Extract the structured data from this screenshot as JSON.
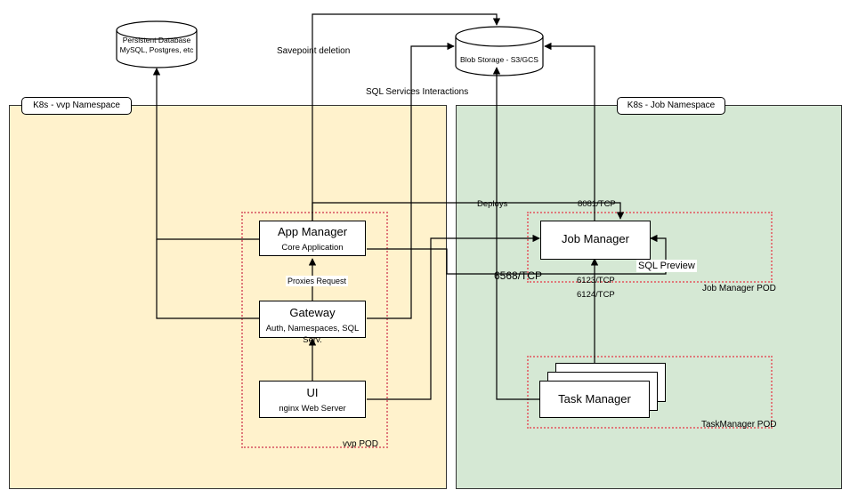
{
  "storage": {
    "database_line1": "Persistent Database",
    "database_line2": "MySQL, Postgres, etc",
    "blob": "Blob Storage - S3/GCS"
  },
  "namespaces": {
    "vvp": "K8s - vvp Namespace",
    "job": "K8s - Job Namespace"
  },
  "pods": {
    "vvp": "vvp POD",
    "job_manager": "Job Manager POD",
    "task_manager": "TaskManager POD"
  },
  "components": {
    "app_manager": {
      "title": "App Manager",
      "subtitle": "Core Application"
    },
    "gateway": {
      "title": "Gateway",
      "subtitle": "Auth, Namespaces, SQL Serv."
    },
    "ui": {
      "title": "UI",
      "subtitle": "nginx Web Server"
    },
    "job_manager": {
      "title": "Job Manager"
    },
    "task_manager": {
      "title": "Task Manager"
    }
  },
  "edges": {
    "savepoint": "Savepoint deletion",
    "sql_services": "SQL Services Interactions",
    "proxies": "Proxies Request",
    "deploys": "Deploys",
    "port_8081": "8081/TCP",
    "port_6568": "6568/TCP",
    "sql_preview": "SQL Preview",
    "port_6123": "6123/TCP",
    "port_6124": "6124/TCP"
  },
  "colors": {
    "vvp_zone": "#fff2cc",
    "job_zone": "#d5e8d4",
    "pod_border": "#e0787a"
  }
}
